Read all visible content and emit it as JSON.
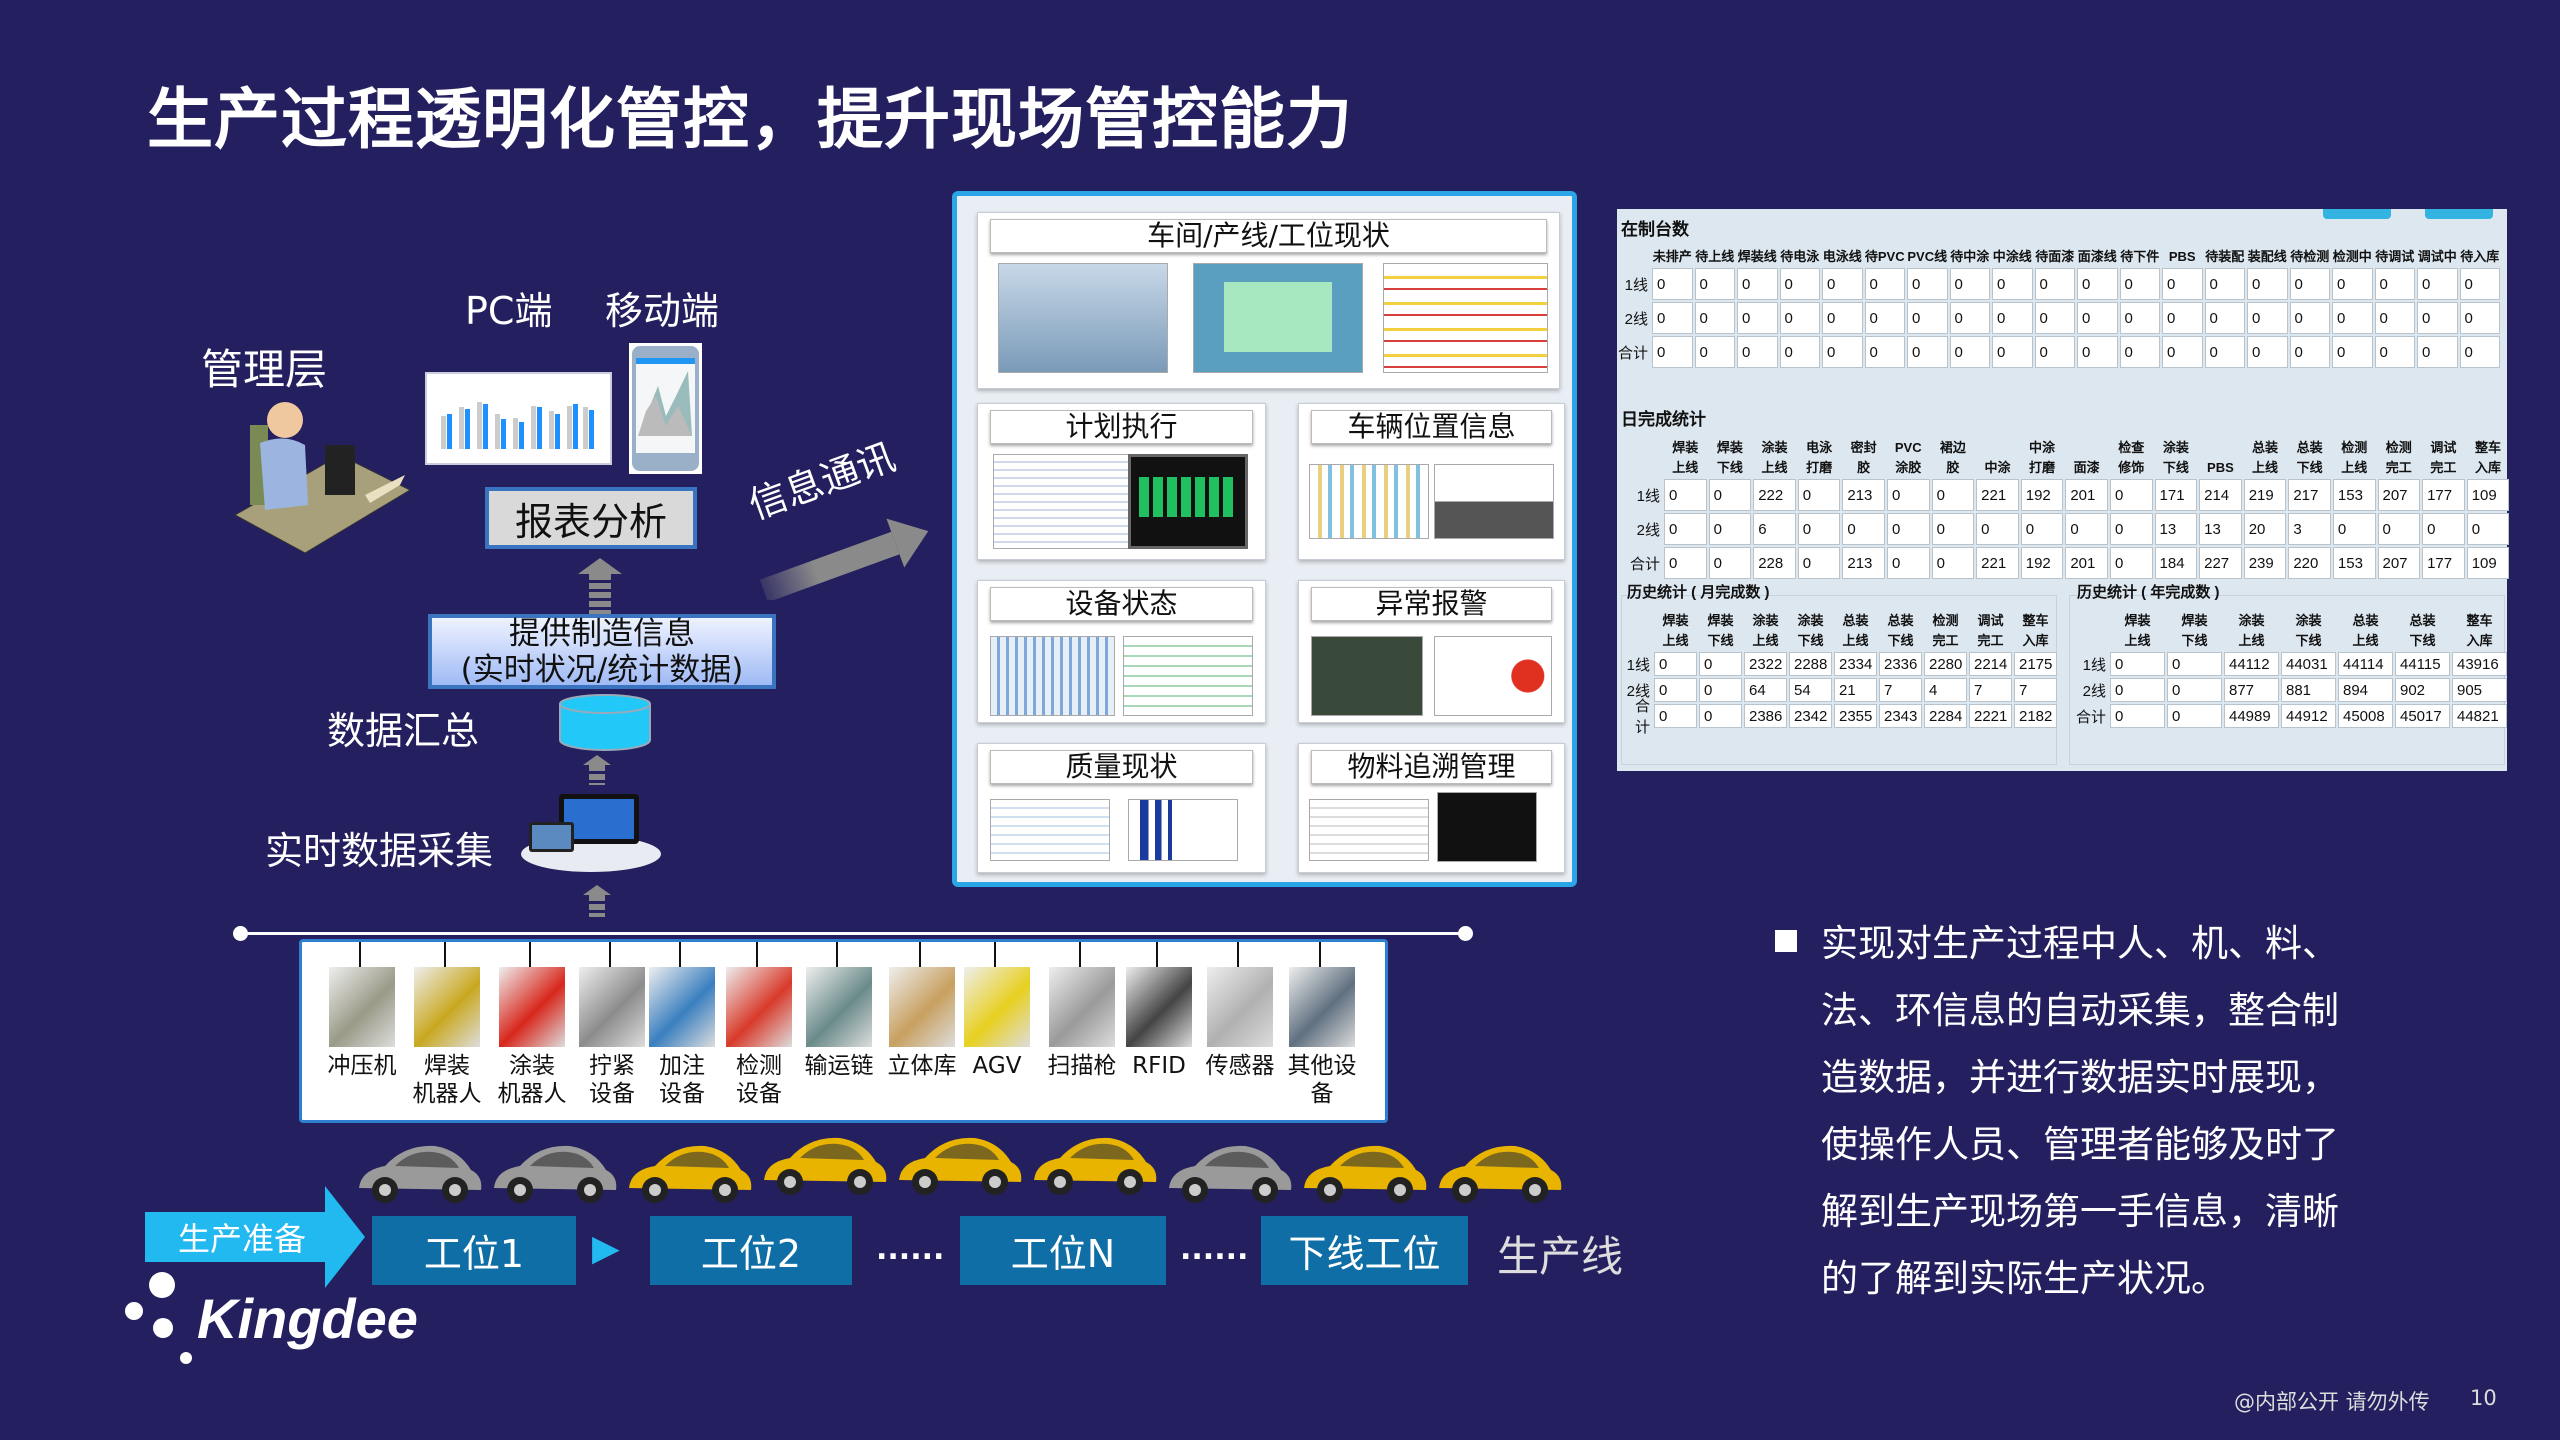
{
  "title": "生产过程透明化管控，提升现场管控能力",
  "left": {
    "management": "管理层",
    "pc": "PC端",
    "mobile": "移动端",
    "report": "报表分析",
    "provide_line1": "提供制造信息",
    "provide_line2": "(实时状况/统计数据)",
    "data_aggregate": "数据汇总",
    "realtime_collect": "实时数据采集",
    "info_comm": "信息通讯"
  },
  "center": {
    "cards": [
      {
        "title": "车间/产线/工位现状"
      },
      {
        "title": "计划执行"
      },
      {
        "title": "车辆位置信息"
      },
      {
        "title": "设备状态"
      },
      {
        "title": "异常报警"
      },
      {
        "title": "质量现状"
      },
      {
        "title": "物料追溯管理"
      }
    ]
  },
  "wip": {
    "title": "在制台数",
    "columns": [
      "未排产",
      "待上线",
      "焊装线",
      "待电泳",
      "电泳线",
      "待PVC",
      "PVC线",
      "待中涂",
      "中涂线",
      "待面漆",
      "面漆线",
      "待下件",
      "PBS",
      "待装配",
      "装配线",
      "待检测",
      "检测中",
      "待调试",
      "调试中",
      "待入库"
    ],
    "rows": [
      {
        "label": "1线",
        "values": [
          "0",
          "0",
          "0",
          "0",
          "0",
          "0",
          "0",
          "0",
          "0",
          "0",
          "0",
          "0",
          "0",
          "0",
          "0",
          "0",
          "0",
          "0",
          "0",
          "0"
        ]
      },
      {
        "label": "2线",
        "values": [
          "0",
          "0",
          "0",
          "0",
          "0",
          "0",
          "0",
          "0",
          "0",
          "0",
          "0",
          "0",
          "0",
          "0",
          "0",
          "0",
          "0",
          "0",
          "0",
          "0"
        ]
      },
      {
        "label": "合计",
        "values": [
          "0",
          "0",
          "0",
          "0",
          "0",
          "0",
          "0",
          "0",
          "0",
          "0",
          "0",
          "0",
          "0",
          "0",
          "0",
          "0",
          "0",
          "0",
          "0",
          "0"
        ]
      }
    ]
  },
  "daily": {
    "title": "日完成统计",
    "columns": [
      "焊装\n上线",
      "焊装\n下线",
      "涂装\n上线",
      "电泳\n打磨",
      "密封\n胶",
      "PVC\n涂胶",
      "裙边\n胶",
      "中涂",
      "中涂\n打磨",
      "面漆",
      "检查\n修饰",
      "涂装\n下线",
      "PBS",
      "总装\n上线",
      "总装\n下线",
      "检测\n上线",
      "检测\n完工",
      "调试\n完工",
      "整车\n入库"
    ],
    "rows": [
      {
        "label": "1线",
        "values": [
          "0",
          "0",
          "222",
          "0",
          "213",
          "0",
          "0",
          "221",
          "192",
          "201",
          "0",
          "171",
          "214",
          "219",
          "217",
          "153",
          "207",
          "177",
          "109"
        ]
      },
      {
        "label": "2线",
        "values": [
          "0",
          "0",
          "6",
          "0",
          "0",
          "0",
          "0",
          "0",
          "0",
          "0",
          "0",
          "13",
          "13",
          "20",
          "3",
          "0",
          "0",
          "0",
          "0"
        ]
      },
      {
        "label": "合计",
        "values": [
          "0",
          "0",
          "228",
          "0",
          "213",
          "0",
          "0",
          "221",
          "192",
          "201",
          "0",
          "184",
          "227",
          "239",
          "220",
          "153",
          "207",
          "177",
          "109"
        ]
      }
    ]
  },
  "monthly": {
    "title": "历史统计 ( 月完成数 )",
    "columns": [
      "焊装\n上线",
      "焊装\n下线",
      "涂装\n上线",
      "涂装\n下线",
      "总装\n上线",
      "总装\n下线",
      "检测\n完工",
      "调试\n完工",
      "整车\n入库"
    ],
    "rows": [
      {
        "label": "1线",
        "values": [
          "0",
          "0",
          "2322",
          "2288",
          "2334",
          "2336",
          "2280",
          "2214",
          "2175"
        ]
      },
      {
        "label": "2线",
        "values": [
          "0",
          "0",
          "64",
          "54",
          "21",
          "7",
          "4",
          "7",
          "7"
        ]
      },
      {
        "label": "合计",
        "values": [
          "0",
          "0",
          "2386",
          "2342",
          "2355",
          "2343",
          "2284",
          "2221",
          "2182"
        ]
      }
    ]
  },
  "yearly": {
    "title": "历史统计 ( 年完成数 )",
    "columns": [
      "焊装\n上线",
      "焊装\n下线",
      "涂装\n上线",
      "涂装\n下线",
      "总装\n上线",
      "总装\n下线",
      "整车\n入库"
    ],
    "rows": [
      {
        "label": "1线",
        "values": [
          "0",
          "0",
          "44112",
          "44031",
          "44114",
          "44115",
          "43916"
        ]
      },
      {
        "label": "2线",
        "values": [
          "0",
          "0",
          "877",
          "881",
          "894",
          "902",
          "905"
        ]
      },
      {
        "label": "合计",
        "values": [
          "0",
          "0",
          "44989",
          "44912",
          "45008",
          "45017",
          "44821"
        ]
      }
    ]
  },
  "equipment": [
    {
      "label": "冲压机",
      "color": "#9a9a88"
    },
    {
      "label": "焊装\n机器人",
      "color": "#c9a820"
    },
    {
      "label": "涂装\n机器人",
      "color": "#d8271c"
    },
    {
      "label": "拧紧\n设备",
      "color": "#8c8c8c"
    },
    {
      "label": "加注\n设备",
      "color": "#3a7fc0"
    },
    {
      "label": "检测\n设备",
      "color": "#d83a2a"
    },
    {
      "label": "输运链",
      "color": "#6a8a8a"
    },
    {
      "label": "立体库",
      "color": "#c8a060"
    },
    {
      "label": "AGV",
      "color": "#e8d020"
    },
    {
      "label": "扫描枪",
      "color": "#9a9a9a"
    },
    {
      "label": "RFID",
      "color": "#444444"
    },
    {
      "label": "传感器",
      "color": "#b0b0b0"
    },
    {
      "label": "其他设备",
      "color": "#607080"
    }
  ],
  "cars": [
    "#9a9a9a",
    "#9a9a9a",
    "#e8b400",
    "#e8b400",
    "#e8b400",
    "#e8b400",
    "#9a9a9a",
    "#e8b400",
    "#e8b400"
  ],
  "line": {
    "prep": "生产准备",
    "stations": [
      "工位1",
      "工位2",
      "工位N",
      "下线工位"
    ],
    "dots": "......",
    "line_label": "生产线",
    "arrow": "▶"
  },
  "bullet": {
    "lines": [
      "实现对生产过程中人、机、料、",
      "法、环信息的自动采集，整合制",
      "造数据，并进行数据实时展现，",
      "使操作人员、管理者能够及时了",
      "解到生产现场第一手信息，清晰",
      "的了解到实际生产状况。"
    ]
  },
  "brand": "Kingdee",
  "footer": {
    "notice": "@内部公开 请勿外传",
    "page": "10"
  }
}
